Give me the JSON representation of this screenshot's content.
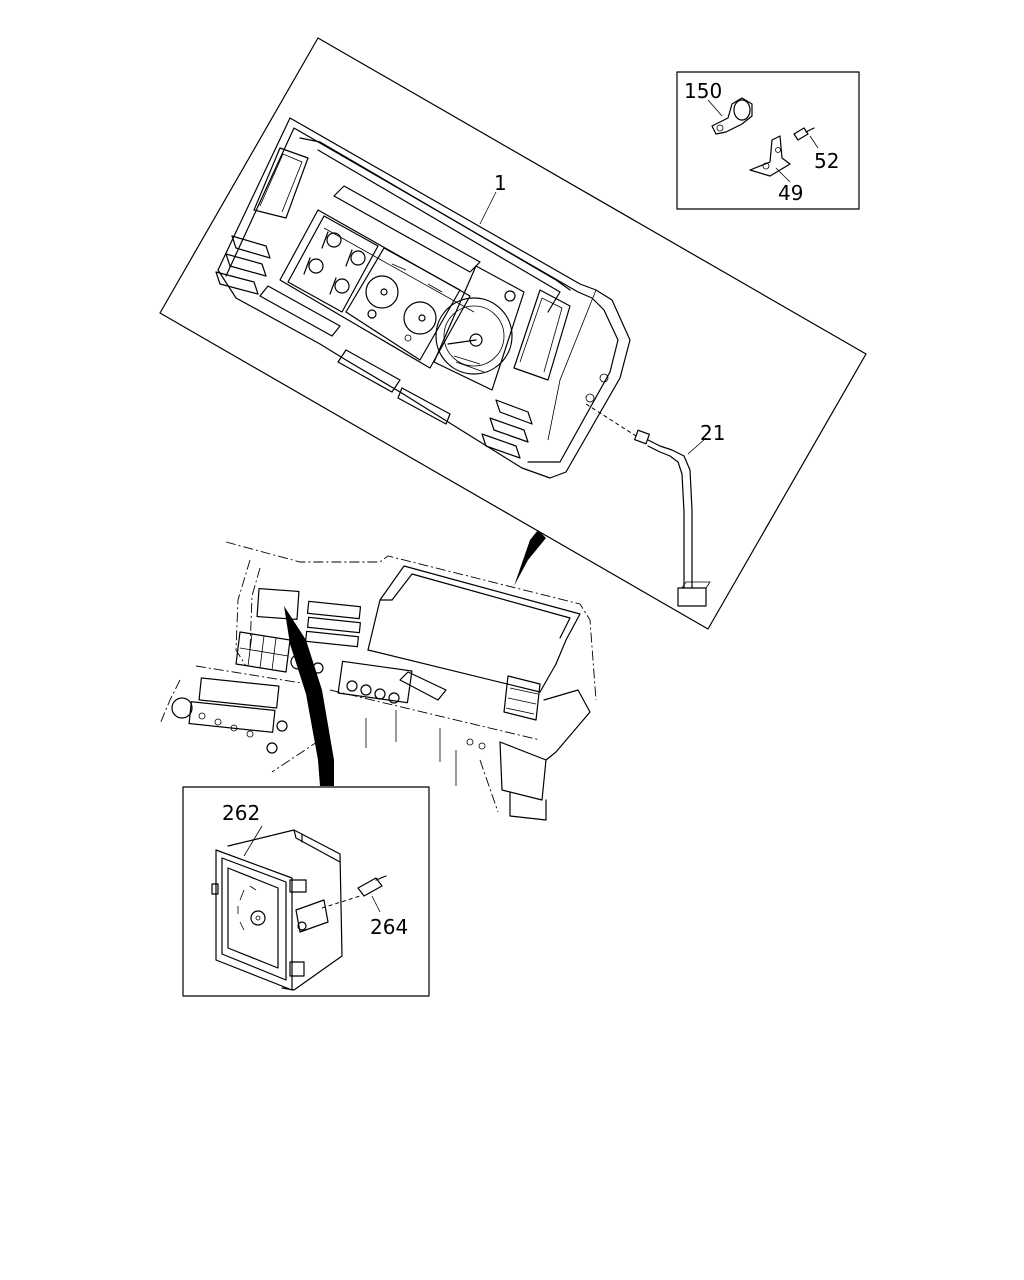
{
  "callouts": {
    "c1": "1",
    "c21": "21",
    "c49": "49",
    "c52": "52",
    "c150": "150",
    "c262": "262",
    "c264": "264"
  },
  "colors": {
    "line": "#000000",
    "background": "#ffffff"
  }
}
